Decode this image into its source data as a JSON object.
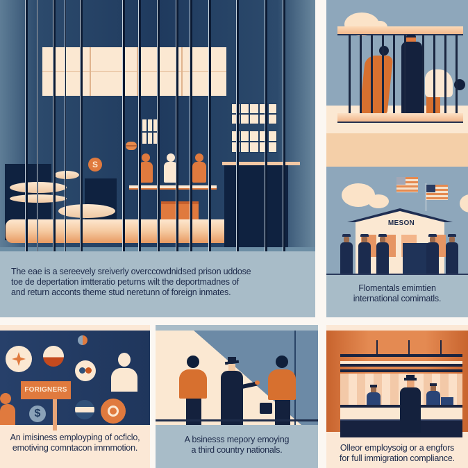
{
  "panels": {
    "prison_overcrowding": {
      "caption_lines": [
        "The eae is a sereevely sreiverly overccowdnidsed prison uddose",
        "toe de depertation imtteratio peturns wilt the deportmadnes of",
        "and return acconts theme  stud neretunn of foreign inmates."
      ],
      "coin_symbol": "S"
    },
    "cage_scene": {
      "caption_lines": []
    },
    "embassy": {
      "building_sign": "MESON",
      "caption_lines": [
        "Flomentals emimtien",
        "international comimatls."
      ]
    },
    "foreigners_icons": {
      "sign_label": "FORIGNERS",
      "coin_symbol": "$",
      "caption_lines": [
        "An imisiness employping of ocficlo,",
        "emotiving comntacon immmotion."
      ]
    },
    "business_meeting": {
      "caption_lines": [
        "A bsinesss   mepory emoying",
        "a third country nationals."
      ]
    },
    "compliance_counter": {
      "caption_lines": [
        "Olleor employsoig or a engfors",
        "for full immigration compliance."
      ]
    }
  },
  "colors": {
    "navy": "#1f3a5e",
    "dark_navy": "#0f2240",
    "orange": "#e07a3e",
    "cream": "#fbe8d2",
    "slate_blue": "#a8bcc8",
    "text": "#1d2a4a"
  }
}
